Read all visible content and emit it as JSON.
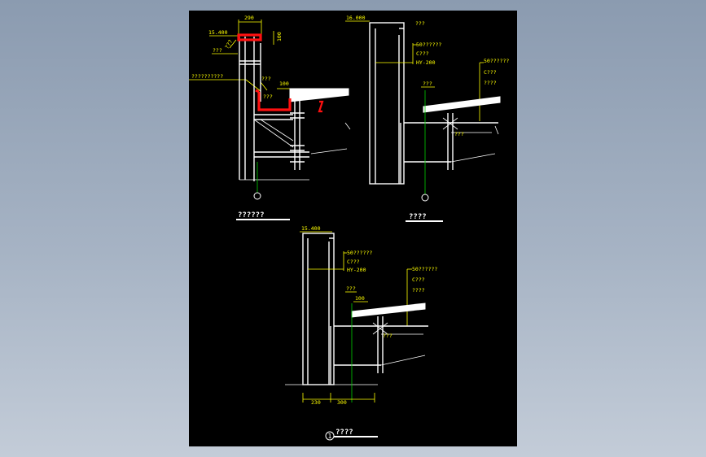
{
  "colors": {
    "sheet": "#000000",
    "structure": "#ffffff",
    "dim": "#ffff00",
    "axis": "#00d000",
    "highlight": "#ff1010"
  },
  "detail1": {
    "dim_top": "290",
    "elevation": "15.400",
    "dim_side": "100",
    "dim_small": "100",
    "label_a": "???",
    "label_b": "???",
    "label_c": "???",
    "label_d": "??????????",
    "title": "??????"
  },
  "detail2": {
    "elevation": "16.000",
    "label_top": "???",
    "callout1": [
      "50??????",
      "C???",
      "HY-200"
    ],
    "callout2": [
      "50??????",
      "C???",
      "????"
    ],
    "label_small": "???",
    "label_bottom": "???",
    "title": "????"
  },
  "detail3": {
    "elevation": "15.400",
    "callout1": [
      "50??????",
      "C???",
      "HY-200"
    ],
    "callout2": [
      "50??????",
      "C???",
      "????"
    ],
    "label_small": "???",
    "dim_small": "100",
    "label_bottom": "???",
    "dim_left": "230",
    "dim_right": "300",
    "marker": "1",
    "title": "????"
  }
}
